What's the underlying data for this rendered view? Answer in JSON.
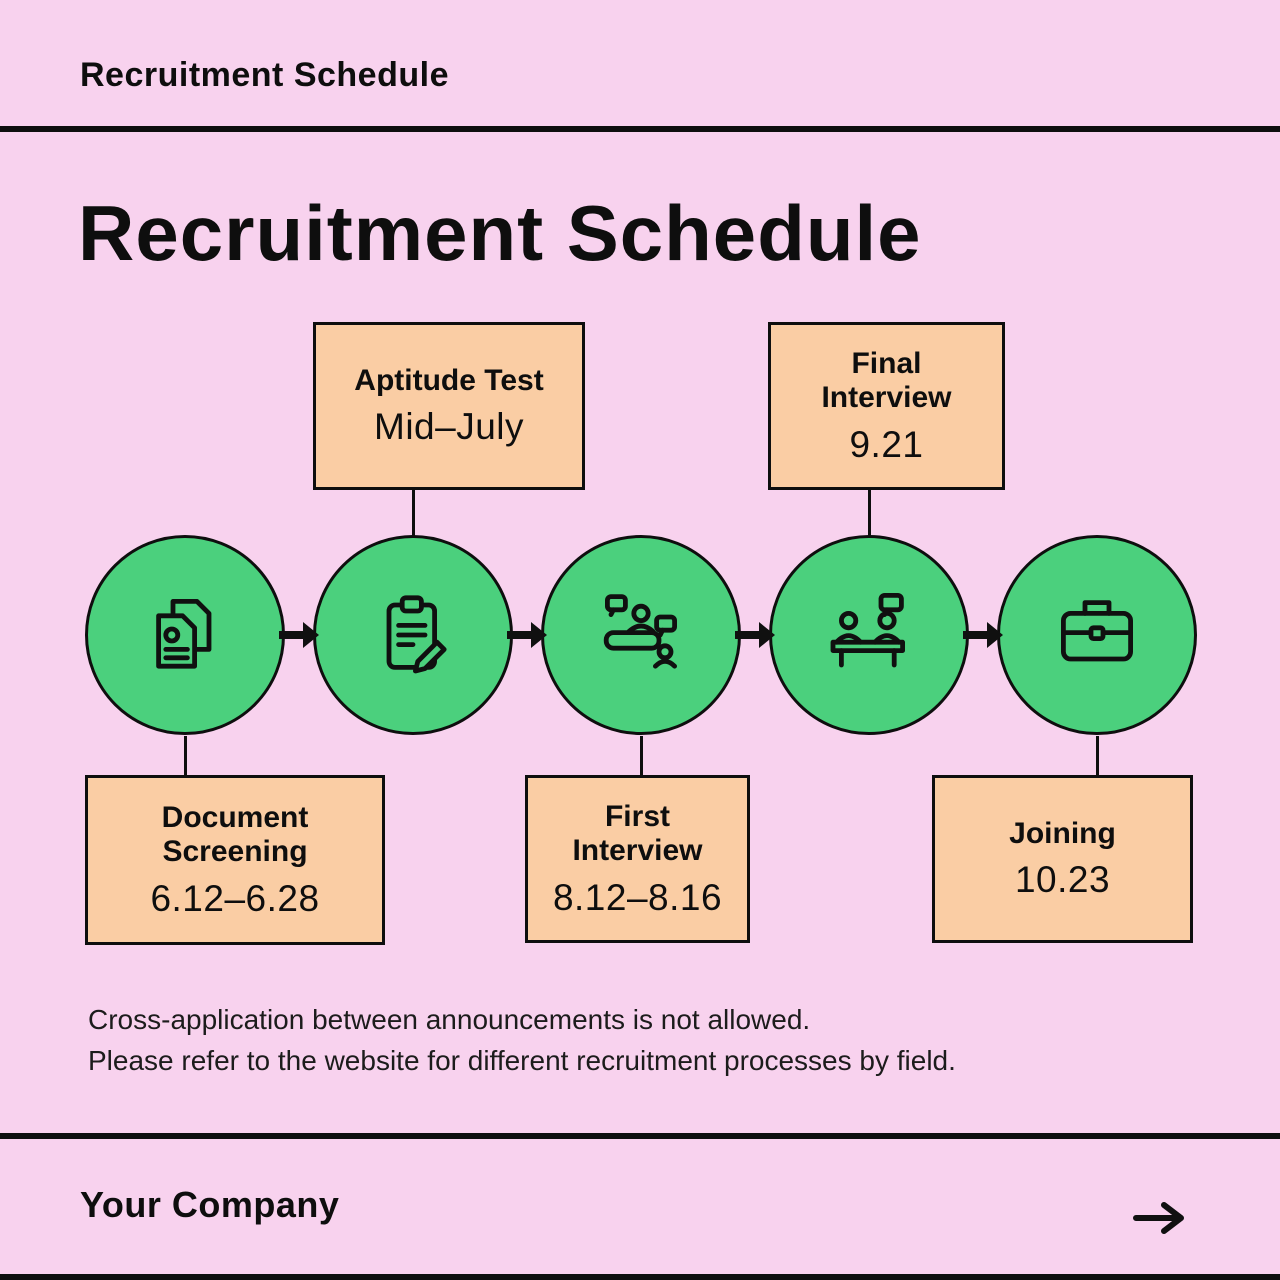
{
  "colors": {
    "background": "#F8D2EE",
    "card": "#FACDA4",
    "circle": "#4BD07D",
    "ink": "#0E0E0E"
  },
  "header": {
    "title": "Recruitment Schedule"
  },
  "main": {
    "title": "Recruitment Schedule"
  },
  "steps": [
    {
      "icon": "documents-icon",
      "label": "Document Screening",
      "date": "6.12–6.28",
      "callout_position": "bottom"
    },
    {
      "icon": "clipboard-pencil-icon",
      "label": "Aptitude Test",
      "date": "Mid–July",
      "callout_position": "top"
    },
    {
      "icon": "interview-chat-icon",
      "label": "First Interview",
      "date": "8.12–8.16",
      "callout_position": "bottom"
    },
    {
      "icon": "meeting-icon",
      "label": "Final Interview",
      "date": "9.21",
      "callout_position": "top"
    },
    {
      "icon": "briefcase-icon",
      "label": "Joining",
      "date": "10.23",
      "callout_position": "bottom"
    }
  ],
  "notes": {
    "line1": "Cross-application between announcements is not allowed.",
    "line2": "Please refer to the website for different recruitment processes by field."
  },
  "footer": {
    "company": "Your Company",
    "arrow_icon": "arrow-right-icon"
  }
}
